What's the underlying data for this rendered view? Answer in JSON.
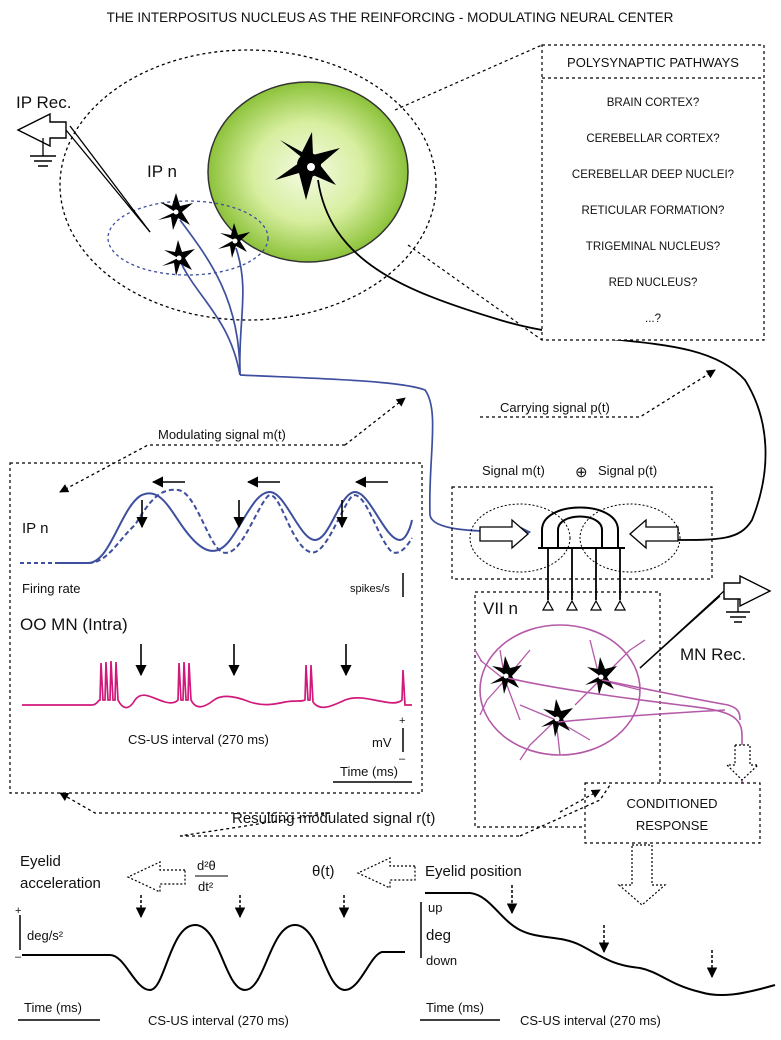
{
  "title": "THE INTERPOSITUS NUCLEUS AS THE REINFORCING - MODULATING NEURAL CENTER",
  "top": {
    "ip_rec": "IP Rec.",
    "ip_n": "IP n"
  },
  "pathways": {
    "header": "POLYSYNAPTIC PATHWAYS",
    "items": [
      "BRAIN CORTEX?",
      "CEREBELLAR CORTEX?",
      "CEREBELLAR DEEP NUCLEI?",
      "RETICULAR FORMATION?",
      "TRIGEMINAL NUCLEUS?",
      "RED NUCLEUS?",
      "...?"
    ]
  },
  "signals": {
    "carrying": "Carrying signal p(t)",
    "modulating": "Modulating signal m(t)",
    "signal_m": "Signal m(t)",
    "oplus": "⊕",
    "signal_p": "Signal p(t)",
    "resulting": "Resulting modulated signal r(t)"
  },
  "left_panel": {
    "ip_n": "IP n",
    "firing_rate": "Firing rate",
    "spikes_unit": "spikes/s",
    "oo_mn": "OO MN (Intra)",
    "cs_us": "CS-US interval (270 ms)",
    "mv_unit": "mV",
    "plus": "+",
    "minus": "–",
    "time": "Time (ms)"
  },
  "motor": {
    "vii_n": "VII n",
    "mn_rec": "MN Rec.",
    "conditioned_1": "CONDITIONED",
    "conditioned_2": "RESPONSE"
  },
  "bottom_left": {
    "eyelid_1": "Eyelid",
    "eyelid_2": "acceleration",
    "deriv_num": "d²θ",
    "deriv_den": "dt²",
    "unit": "deg/s²",
    "plus": "+",
    "minus": "–",
    "time": "Time (ms)",
    "cs_us": "CS-US interval (270 ms)"
  },
  "bottom_right": {
    "theta": "θ(t)",
    "eyelid_position": "Eyelid position",
    "up": "up",
    "deg": "deg",
    "down": "down",
    "time": "Time (ms)",
    "cs_us": "CS-US interval (270 ms)"
  },
  "colors": {
    "blue": "#3d4f9e",
    "magenta": "#d0197a",
    "violet": "#b45aa8",
    "green_light": "#e8f5c6",
    "green_dark": "#8cc23a"
  }
}
